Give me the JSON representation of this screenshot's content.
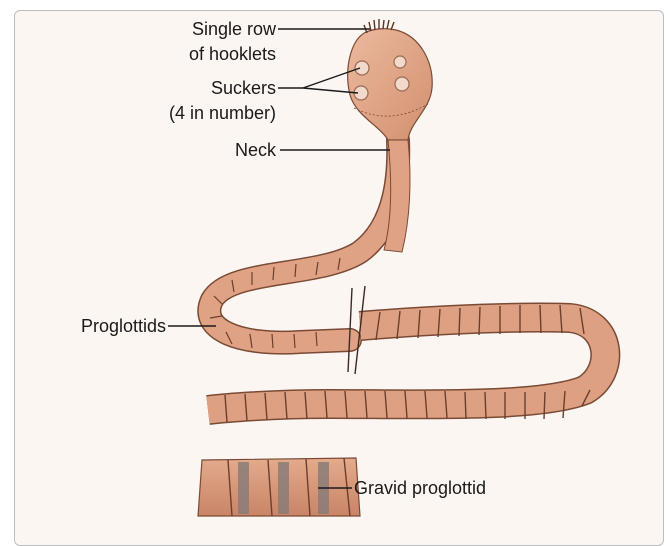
{
  "labels": {
    "hooklets_line1": "Single row",
    "hooklets_line2": "of hooklets",
    "suckers_line1": "Suckers",
    "suckers_line2": "(4 in number)",
    "neck": "Neck",
    "proglottids": "Proglottids",
    "gravid": "Gravid proglottid"
  },
  "colors": {
    "body": "#e0a384",
    "body_dark": "#c98466",
    "outline": "#7a4a34",
    "segment_line": "#6b3f2c",
    "gravid_band": "#8a7d78",
    "background": "#fbf6f2"
  }
}
